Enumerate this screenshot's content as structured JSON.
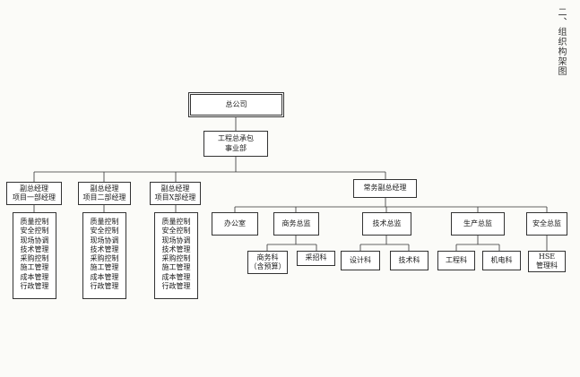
{
  "title": "二、组织构架图",
  "company": "总公司",
  "division": "工程总承包\n事业部",
  "managers": [
    {
      "label": "副总经理\n项目一部经理",
      "duties": [
        "质量控制",
        "安全控制",
        "现场协调",
        "技术管理",
        "采购控制",
        "施工管理",
        "成本管理",
        "行政管理"
      ]
    },
    {
      "label": "副总经理\n项目二部经理",
      "duties": [
        "质量控制",
        "安全控制",
        "现场协调",
        "技术管理",
        "采购控制",
        "施工管理",
        "成本管理",
        "行政管理"
      ]
    },
    {
      "label": "副总经理\n项目X部经理",
      "duties": [
        "质量控制",
        "安全控制",
        "现场协调",
        "技术管理",
        "采购控制",
        "施工管理",
        "成本管理",
        "行政管理"
      ]
    }
  ],
  "executive": "常务副总经理",
  "departments": [
    {
      "label": "办公室",
      "subs": []
    },
    {
      "label": "商务总监",
      "subs": [
        "商务科\n（含预算）",
        "采招科"
      ]
    },
    {
      "label": "技术总监",
      "subs": [
        "设计科",
        "技术科"
      ]
    },
    {
      "label": "生产总监",
      "subs": [
        "工程科",
        "机电科"
      ]
    },
    {
      "label": "安全总监",
      "subs": [
        "HSE\n管理科"
      ]
    }
  ]
}
